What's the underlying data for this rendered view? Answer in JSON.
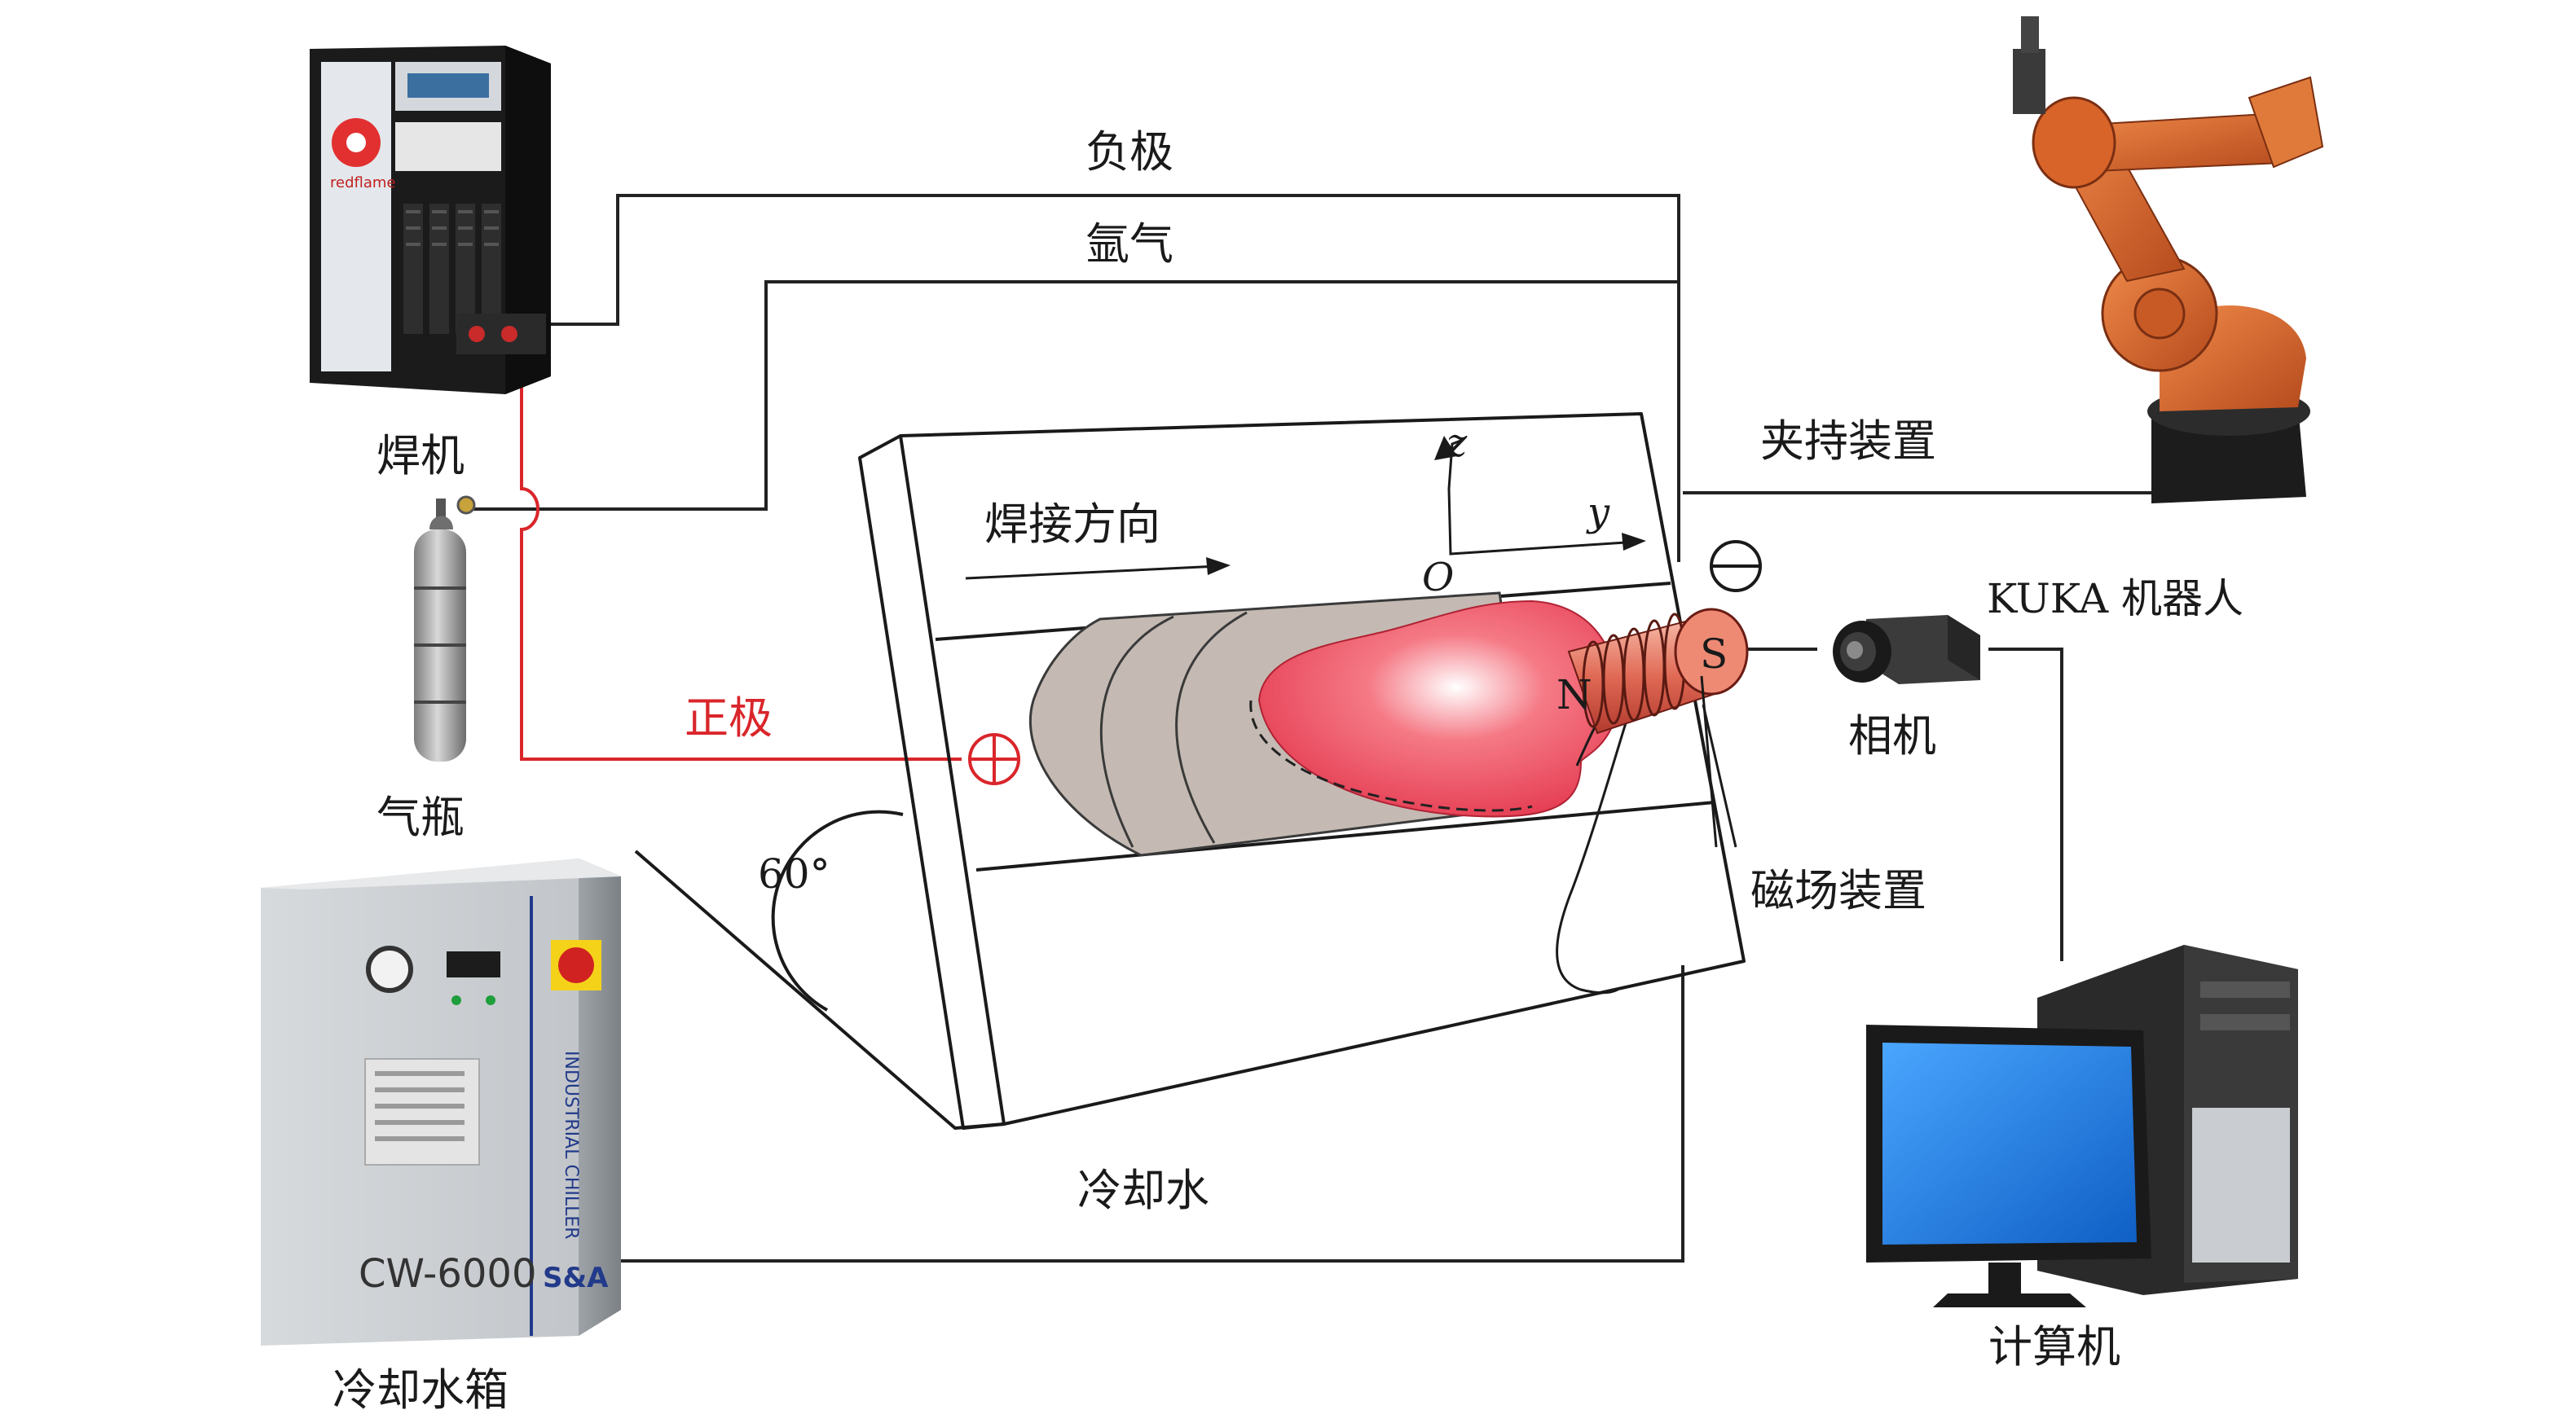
{
  "labels": {
    "welder": "焊机",
    "negative": "负极",
    "argon": "氩气",
    "gas_cylinder": "气瓶",
    "positive": "正极",
    "welding_direction": "焊接方向",
    "angle": "60°",
    "cooling_water": "冷却水",
    "chiller": "冷却水箱",
    "clamp": "夹持装置",
    "robot": "KUKA 机器人",
    "camera": "相机",
    "magnetic_device": "磁场装置",
    "computer": "计算机",
    "axis_z": "z",
    "axis_y": "y",
    "origin": "O",
    "pole_s": "S",
    "pole_n": "N",
    "chiller_model": "CW-6000",
    "chiller_vertical_text": "INDUSTRIAL CHILLER",
    "chiller_brand": "S&A",
    "welder_brand": "redflame"
  },
  "colors": {
    "positive_wire": "#d9262b",
    "robot_orange": "#d8642a",
    "arc_red": "#e8404f",
    "weld_bead": "#c4bab3",
    "monitor_blue": "#1e7fe0"
  }
}
